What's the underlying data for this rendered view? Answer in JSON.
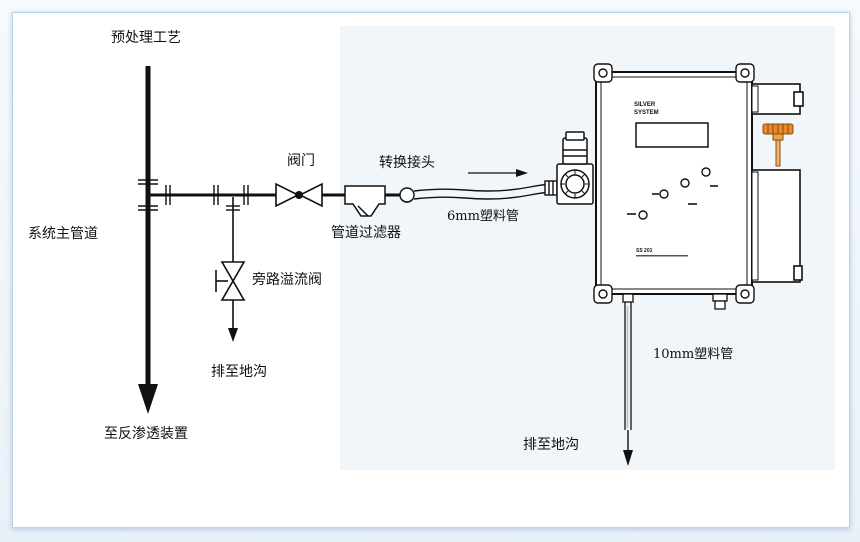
{
  "labels": {
    "pretreatment": "预处理工艺",
    "main_pipe": "系统主管道",
    "to_ro": "至反渗透装置",
    "valve": "阀门",
    "adapter": "转换接头",
    "filter": "管道过滤器",
    "plastic_pipe_6": "6mm塑料管",
    "bypass_valve": "旁路溢流阀",
    "drain_1": "排至地沟",
    "plastic_pipe_10": "10mm塑料管",
    "drain_2": "排至地沟"
  },
  "analyzer": {
    "brand_line1": "SILVER",
    "brand_line2": "SYSTEM",
    "model": "SS 201"
  },
  "colors": {
    "line": "#111111",
    "frame_border": "#b8d3ea",
    "panel_bg": "#f1f6fb",
    "knob_accent": "#e8892a"
  }
}
